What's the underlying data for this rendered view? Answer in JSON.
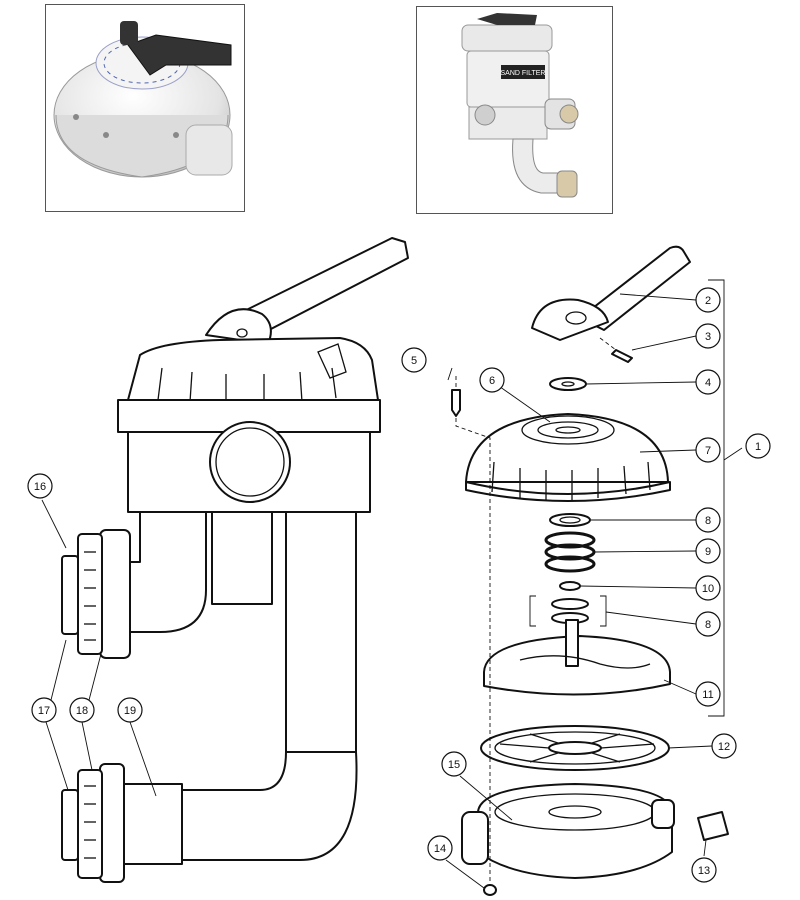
{
  "photos": [
    {
      "name": "valve-photo-top-view"
    },
    {
      "name": "valve-photo-side-view",
      "logo_text": "SAND FILTER"
    }
  ],
  "callouts": [
    {
      "label": "1"
    },
    {
      "label": "2"
    },
    {
      "label": "3"
    },
    {
      "label": "4"
    },
    {
      "label": "5"
    },
    {
      "label": "6"
    },
    {
      "label": "7"
    },
    {
      "label": "8"
    },
    {
      "label": "9"
    },
    {
      "label": "10"
    },
    {
      "label": "8"
    },
    {
      "label": "11"
    },
    {
      "label": "12"
    },
    {
      "label": "13"
    },
    {
      "label": "14"
    },
    {
      "label": "15"
    },
    {
      "label": "16"
    },
    {
      "label": "17"
    },
    {
      "label": "18"
    },
    {
      "label": "19"
    }
  ]
}
